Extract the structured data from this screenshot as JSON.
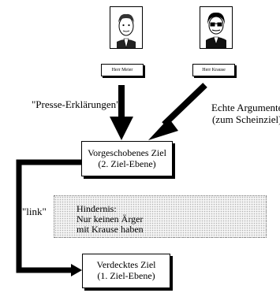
{
  "persons": [
    {
      "name": "Herr Meier",
      "icon": "man-portrait-icon"
    },
    {
      "name": "Herr Krause",
      "icon": "man-with-glasses-portrait-icon"
    }
  ],
  "labels": {
    "press": "\"Presse-Erklärungen\"",
    "real_args_1": "Echte Argumente",
    "real_args_2": "(zum Scheinziel)",
    "link": "\"link\""
  },
  "boxes": {
    "pretend_goal": {
      "line1": "Vorgeschobenes Ziel",
      "line2": "(2. Ziel-Ebene)"
    },
    "obstacle": {
      "line1": "Hindernis:",
      "line2": "Nur keinen Ärger",
      "line3": "mit Krause haben"
    },
    "hidden_goal": {
      "line1": "Verdecktes Ziel",
      "line2": "(1. Ziel-Ebene)"
    }
  }
}
